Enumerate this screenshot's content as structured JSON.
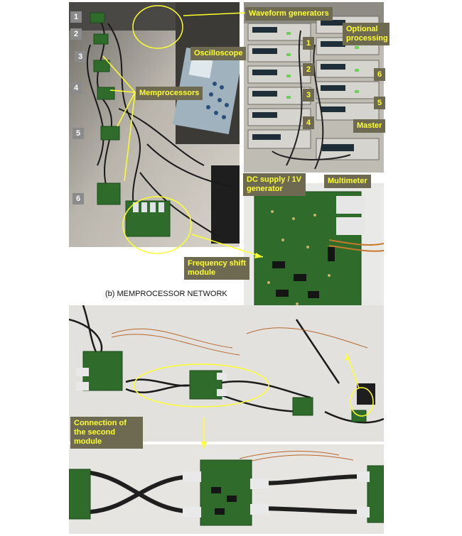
{
  "setup_photo": {
    "module_numbers": [
      "1",
      "2",
      "3",
      "4",
      "5",
      "6"
    ],
    "labels": {
      "memprocessors": "Memprocessors",
      "oscilloscope": "Oscilloscope",
      "waveform_generators": "Waveform generators",
      "optional_processing": "Optional processing",
      "master": "Master",
      "dc_supply": "DC supply / 1V generator",
      "multimeter": "Multimeter",
      "frequency_shift_module": "Frequency shift module"
    },
    "generator_numbers_left": [
      "1",
      "2",
      "3",
      "4"
    ],
    "generator_numbers_right": [
      "6",
      "5"
    ]
  },
  "caption": "(b) MEMPROCESSOR NETWORK",
  "network_photo": {
    "label": "Connection of the second module"
  },
  "colors": {
    "annotation": "#ffff2e",
    "label_background": "#6e6a52",
    "pcb_green": "#2f6b2b",
    "number_tag": "#8a8a8a"
  }
}
